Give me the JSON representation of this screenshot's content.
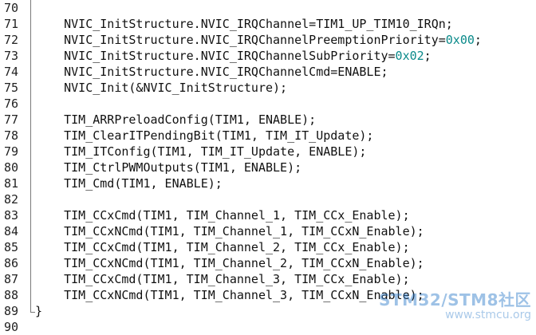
{
  "editor": {
    "lines": [
      {
        "no": "70",
        "text": ""
      },
      {
        "no": "71",
        "text": "    NVIC_InitStructure.NVIC_IRQChannel=TIM1_UP_TIM10_IRQn;"
      },
      {
        "no": "72",
        "text": "    NVIC_InitStructure.NVIC_IRQChannelPreemptionPriority=",
        "num": "0x00",
        "tail": ";"
      },
      {
        "no": "73",
        "text": "    NVIC_InitStructure.NVIC_IRQChannelSubPriority=",
        "num": "0x02",
        "tail": ";"
      },
      {
        "no": "74",
        "text": "    NVIC_InitStructure.NVIC_IRQChannelCmd=ENABLE;"
      },
      {
        "no": "75",
        "text": "    NVIC_Init(&NVIC_InitStructure);"
      },
      {
        "no": "76",
        "text": ""
      },
      {
        "no": "77",
        "text": "    TIM_ARRPreloadConfig(TIM1, ENABLE);"
      },
      {
        "no": "78",
        "text": "    TIM_ClearITPendingBit(TIM1, TIM_IT_Update);"
      },
      {
        "no": "79",
        "text": "    TIM_ITConfig(TIM1, TIM_IT_Update, ENABLE);"
      },
      {
        "no": "80",
        "text": "    TIM_CtrlPWMOutputs(TIM1, ENABLE);"
      },
      {
        "no": "81",
        "text": "    TIM_Cmd(TIM1, ENABLE);"
      },
      {
        "no": "82",
        "text": ""
      },
      {
        "no": "83",
        "text": "    TIM_CCxCmd(TIM1, TIM_Channel_1, TIM_CCx_Enable);"
      },
      {
        "no": "84",
        "text": "    TIM_CCxNCmd(TIM1, TIM_Channel_1, TIM_CCxN_Enable);"
      },
      {
        "no": "85",
        "text": "    TIM_CCxCmd(TIM1, TIM_Channel_2, TIM_CCx_Enable);"
      },
      {
        "no": "86",
        "text": "    TIM_CCxNCmd(TIM1, TIM_Channel_2, TIM_CCxN_Enable);"
      },
      {
        "no": "87",
        "text": "    TIM_CCxCmd(TIM1, TIM_Channel_3, TIM_CCx_Enable);"
      },
      {
        "no": "88",
        "text": "    TIM_CCxNCmd(TIM1, TIM_Channel_3, TIM_CCxN_Enable);"
      },
      {
        "no": "89",
        "text": "}"
      },
      {
        "no": "90",
        "text": ""
      }
    ]
  },
  "watermark": {
    "title": "STM32/STM8社区",
    "url": "www.stmcu.org"
  },
  "colors": {
    "number_literal": "#0a8a8a",
    "fold_line": "#7a7a7a",
    "watermark": "#2878c8"
  }
}
